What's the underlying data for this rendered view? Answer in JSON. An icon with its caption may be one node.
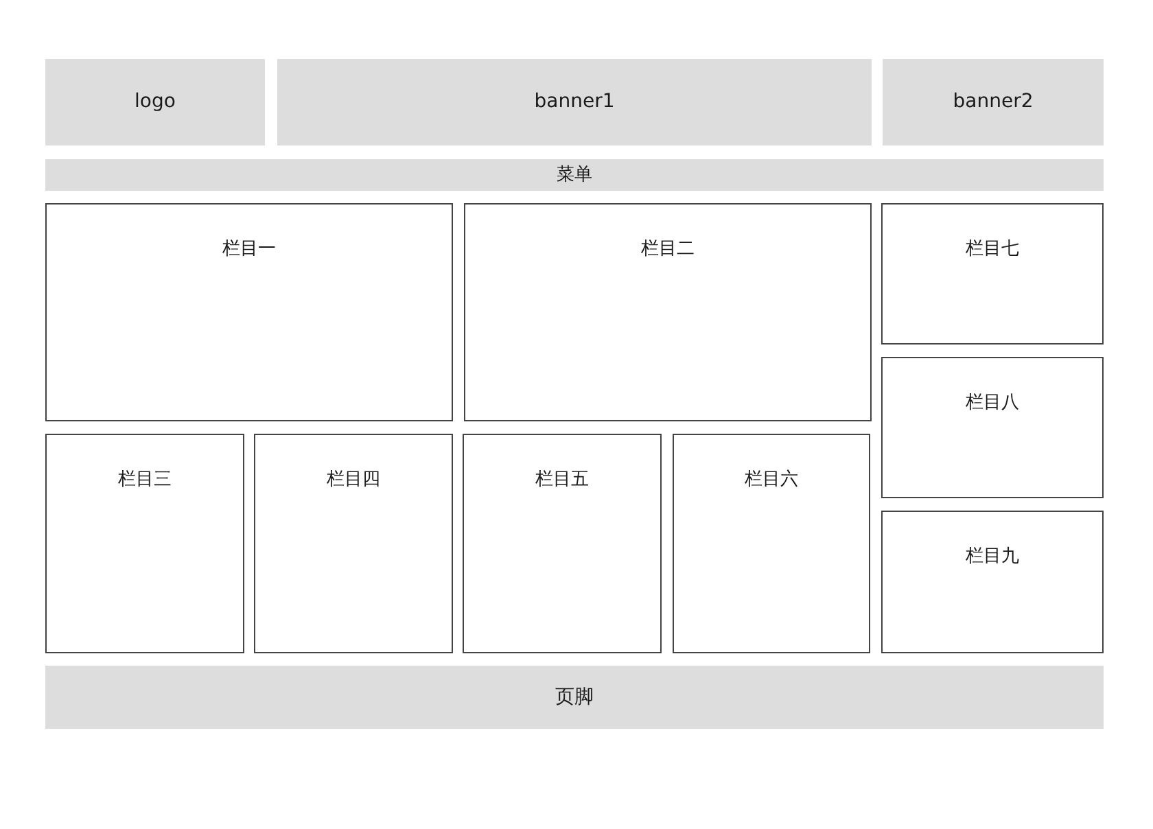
{
  "diagram": {
    "nodes": [
      {
        "text": [
          "logo"
        ]
      },
      {
        "text": [
          "banner1"
        ]
      },
      {
        "text": [
          "banner2"
        ]
      },
      {
        "text": [
          "菜单"
        ]
      },
      {
        "text": [
          "栏目一"
        ]
      },
      {
        "text": [
          "栏目二"
        ]
      },
      {
        "text": [
          "栏目三"
        ]
      },
      {
        "text": [
          "栏目四"
        ]
      },
      {
        "text": [
          "栏目五"
        ]
      },
      {
        "text": [
          "栏目六"
        ]
      },
      {
        "text": [
          "栏目七"
        ]
      },
      {
        "text": [
          "栏目八"
        ]
      },
      {
        "text": [
          "栏目九"
        ]
      },
      {
        "text": [
          "页脚"
        ]
      }
    ]
  }
}
